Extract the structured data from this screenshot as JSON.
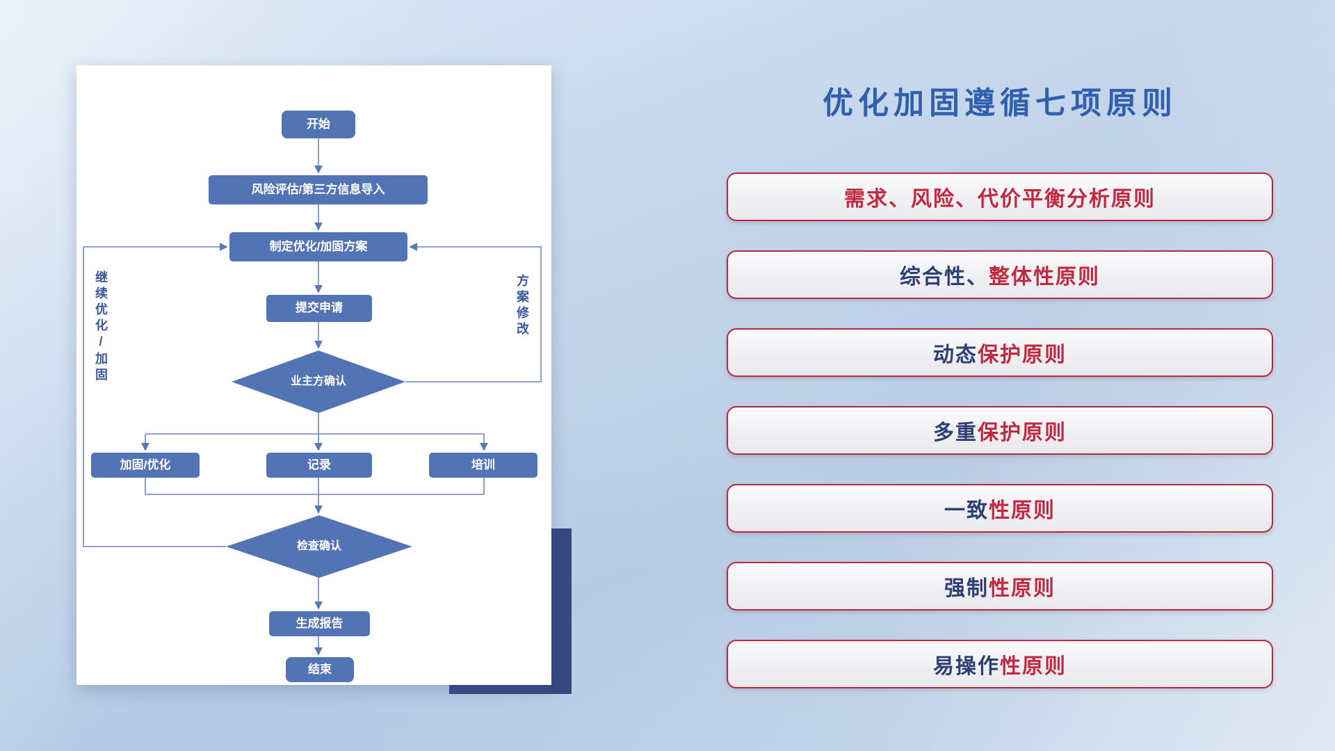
{
  "slide": {
    "title": "优化加固遵循七项原则"
  },
  "flowchart": {
    "nodes": {
      "start": "开始",
      "risk_import": "风险评估/第三方信息导入",
      "make_plan": "制定优化/加固方案",
      "submit": "提交申请",
      "owner_confirm": "业主方确认",
      "reinforce": "加固/优化",
      "record": "记录",
      "train": "培训",
      "check_confirm": "检查确认",
      "report": "生成报告",
      "end": "结束"
    },
    "edge_labels": {
      "continue_optimize": "继续优化/加固",
      "plan_revise": "方案修改"
    }
  },
  "principles": [
    {
      "segments": [
        {
          "text": "需求、风险、代价平衡分析原则",
          "color": "red"
        }
      ]
    },
    {
      "segments": [
        {
          "text": "综合性、",
          "color": "blue"
        },
        {
          "text": "整体性原则",
          "color": "red"
        }
      ]
    },
    {
      "segments": [
        {
          "text": "动态",
          "color": "blue"
        },
        {
          "text": "保护原则",
          "color": "red"
        }
      ]
    },
    {
      "segments": [
        {
          "text": "多重",
          "color": "blue"
        },
        {
          "text": "保护原则",
          "color": "red"
        }
      ]
    },
    {
      "segments": [
        {
          "text": "一致",
          "color": "blue"
        },
        {
          "text": "性原则",
          "color": "red"
        }
      ]
    },
    {
      "segments": [
        {
          "text": "强制",
          "color": "blue"
        },
        {
          "text": "性原则",
          "color": "red"
        }
      ]
    },
    {
      "segments": [
        {
          "text": "易操作",
          "color": "blue"
        },
        {
          "text": "性原则",
          "color": "red"
        }
      ]
    }
  ],
  "colors": {
    "title_blue": "#2f5fad",
    "node_fill": "#5273b4",
    "connector": "#6c86bd",
    "principle_red": "#c02940",
    "principle_blue": "#2e3f74",
    "principle_border": "#b5293d",
    "accent_navy": "#35497f"
  }
}
